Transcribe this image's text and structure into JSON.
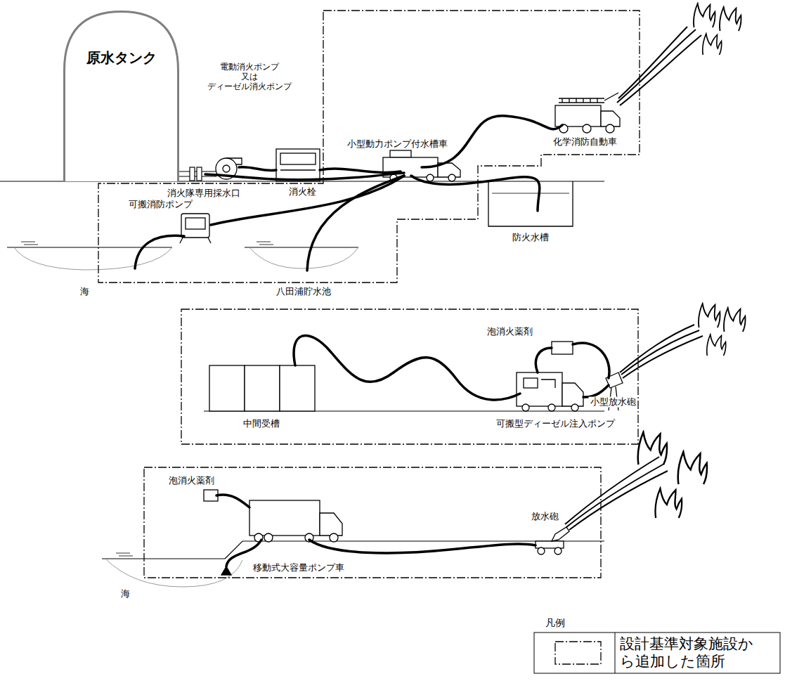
{
  "diagram": {
    "nodes": [
      {
        "text": [
          "原水タンク"
        ]
      }
    ],
    "labels": [
      "電動消火ポンプ 又は ディーゼル消火ポンプ",
      "消火隊専用採水口",
      "消火栓",
      "可搬消防ポンプ",
      "小型動力ポンプ付水槽車",
      "化学消防自動車",
      "防火水槽",
      "海",
      "八田浦貯水池",
      "泡消火薬剤",
      "小型放水砲",
      "中間受槽",
      "可搬型ディーゼル注入ポンプ",
      "泡消火薬剤",
      "移動式大容量ポンプ車",
      "放水砲",
      "海",
      "凡例"
    ],
    "legend": [
      {
        "text": "設計基準対象施設から追加した箇所"
      }
    ]
  }
}
